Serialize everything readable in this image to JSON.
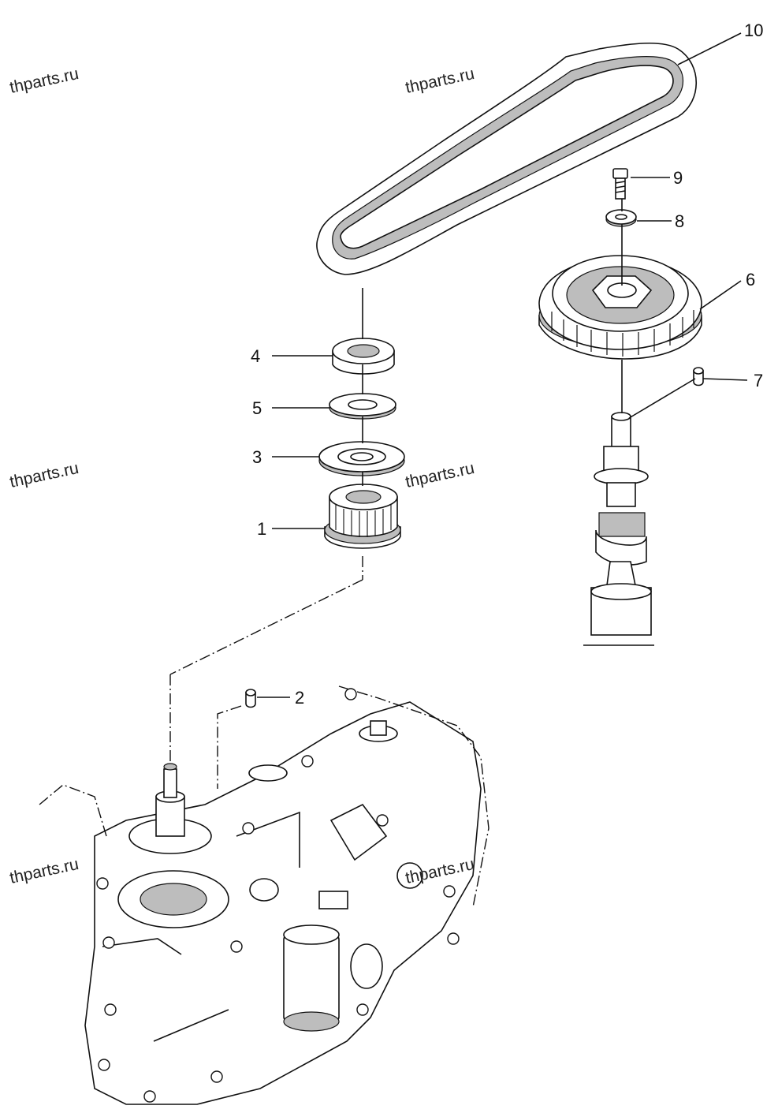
{
  "diagram": {
    "watermarks": [
      "thparts.ru",
      "thparts.ru",
      "thparts.ru",
      "thparts.ru",
      "thparts.ru",
      "thparts.ru"
    ],
    "callouts": [
      {
        "part": "timing-belt",
        "number": "10"
      },
      {
        "part": "bolt",
        "number": "9"
      },
      {
        "part": "washer",
        "number": "8"
      },
      {
        "part": "camshaft-pulley",
        "number": "6"
      },
      {
        "part": "dowel-pin-upper",
        "number": "7"
      },
      {
        "part": "flywheel-nut",
        "number": "4"
      },
      {
        "part": "lock-washer",
        "number": "5"
      },
      {
        "part": "plate-washer",
        "number": "3"
      },
      {
        "part": "crankshaft-pulley",
        "number": "1"
      },
      {
        "part": "dowel-pin-lower",
        "number": "2"
      }
    ]
  }
}
